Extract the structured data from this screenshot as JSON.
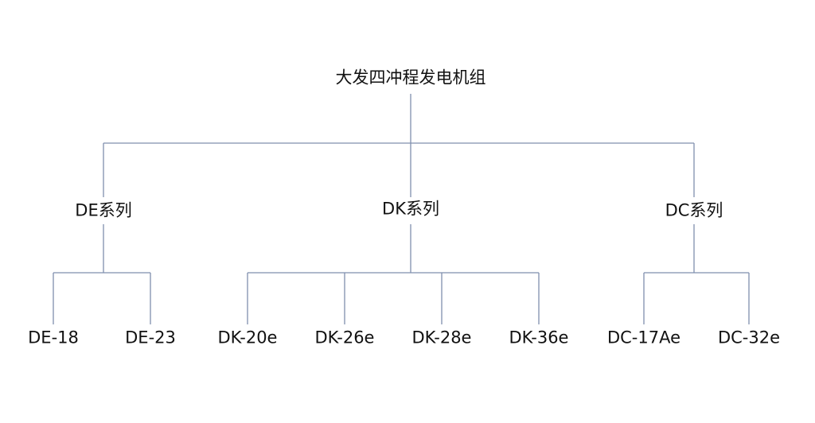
{
  "tree": {
    "root": "大发四冲程发电机组",
    "series": [
      {
        "label": "DE系列",
        "models": [
          "DE-18",
          "DE-23"
        ]
      },
      {
        "label": "DK系列",
        "models": [
          "DK-20e",
          "DK-26e",
          "DK-28e",
          "DK-36e"
        ]
      },
      {
        "label": "DC系列",
        "models": [
          "DC-17Ae",
          "DC-32e"
        ]
      }
    ]
  },
  "colors": {
    "connector": "#7f8fae",
    "text": "#111111",
    "background": "#ffffff"
  }
}
